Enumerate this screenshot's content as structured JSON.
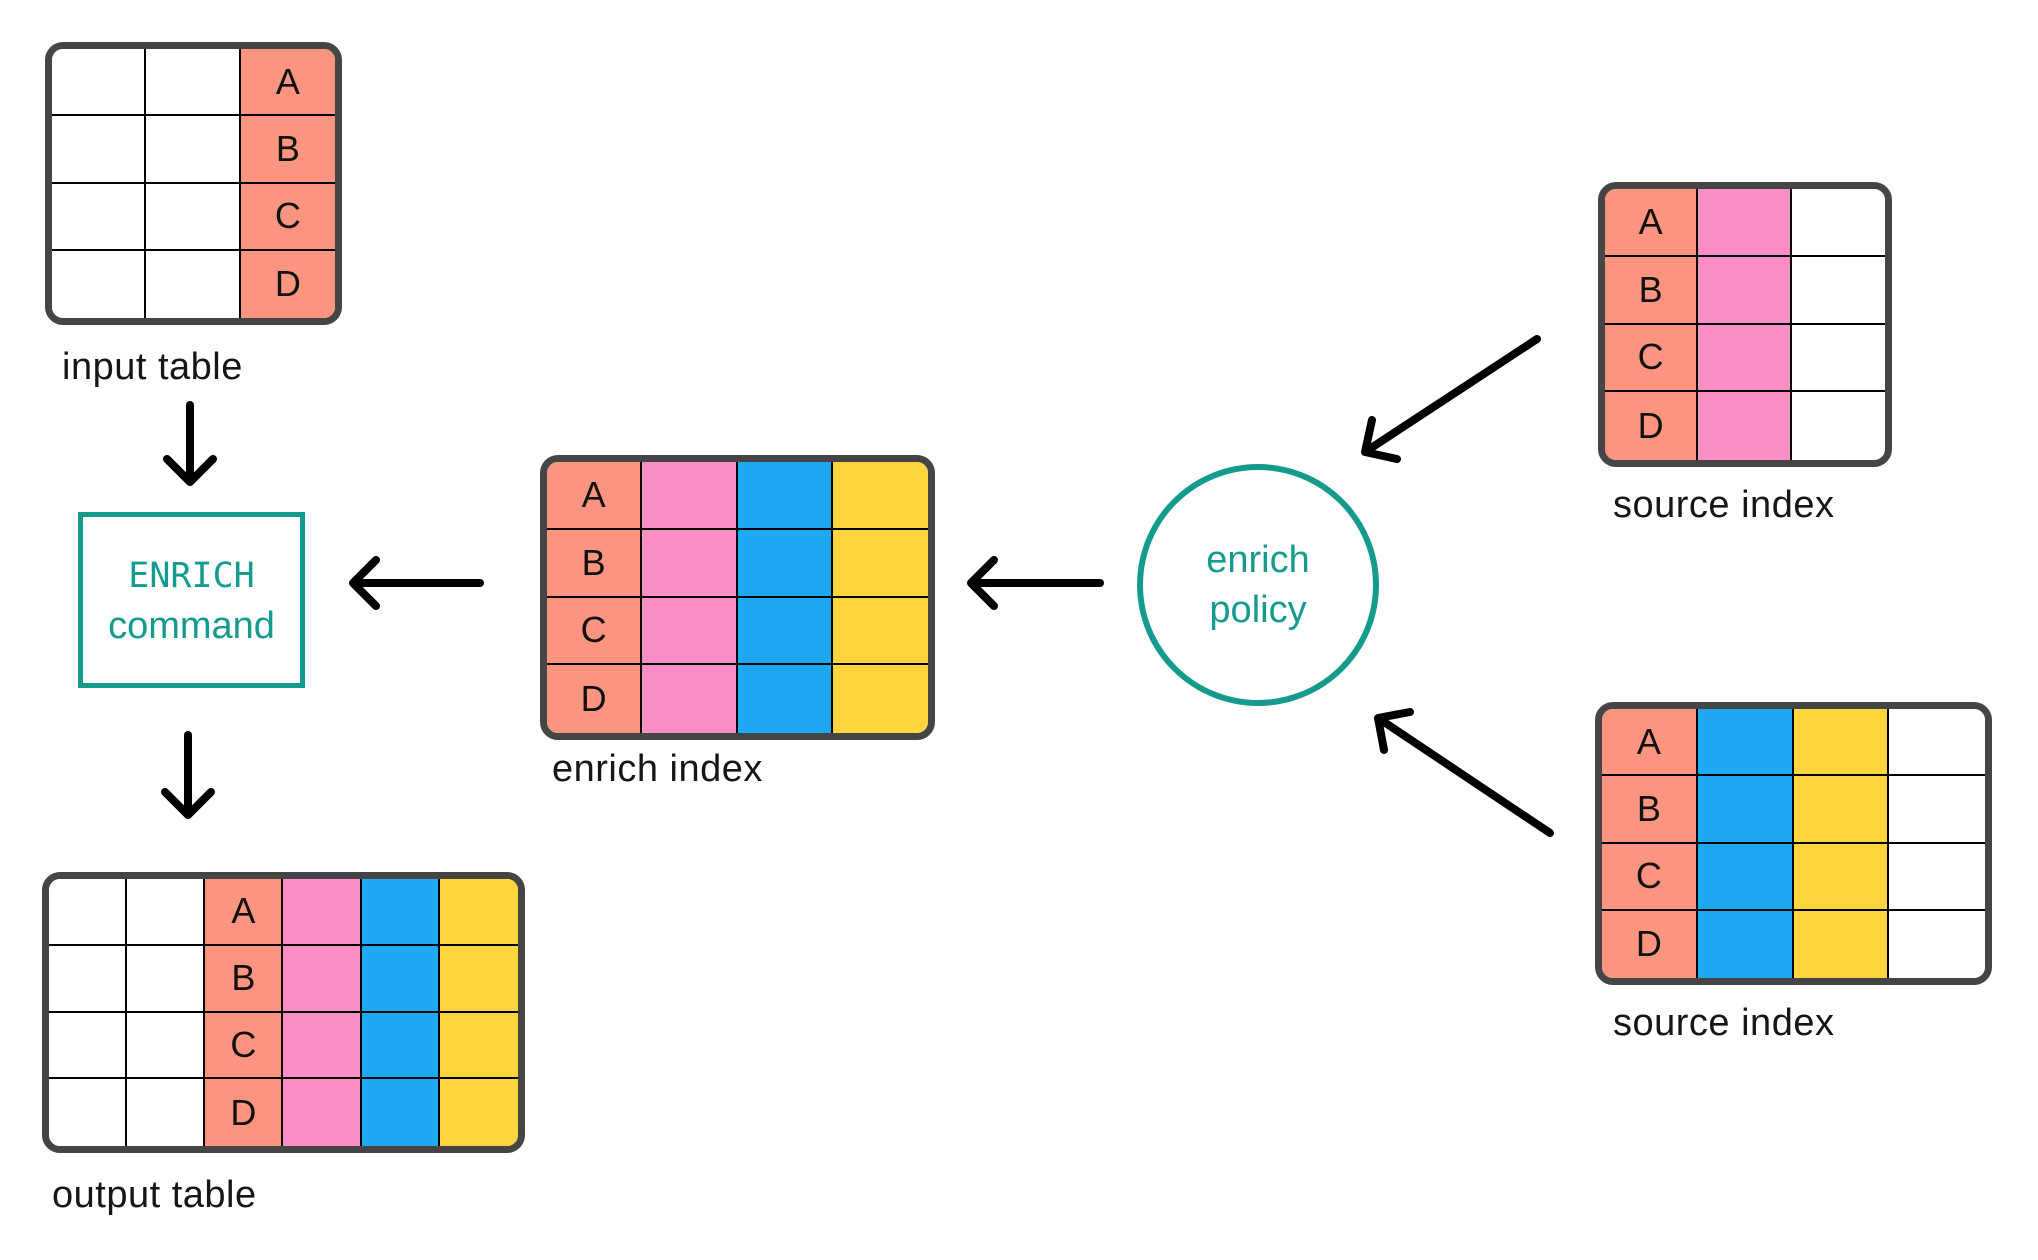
{
  "rows": 4,
  "colors": {
    "key": "#FB9580",
    "pink": "#F98FC6",
    "blue": "#1EA7F2",
    "yellow": "#FED53C",
    "teal": "#149B8D",
    "table_border": "#454545",
    "grid_line": "#000000",
    "arrow": "#000000",
    "blank": "#FFFFFF"
  },
  "nodes": {
    "input_table": {
      "label": "input table",
      "letters": [
        "A",
        "B",
        "C",
        "D"
      ],
      "columns": [
        "blank",
        "blank",
        "key"
      ]
    },
    "enrich_index": {
      "label": "enrich index",
      "letters": [
        "A",
        "B",
        "C",
        "D"
      ],
      "columns": [
        "key",
        "pink",
        "blue",
        "yellow"
      ]
    },
    "source_index_top": {
      "label": "source index",
      "letters": [
        "A",
        "B",
        "C",
        "D"
      ],
      "columns": [
        "key",
        "pink",
        "blank"
      ]
    },
    "source_index_bottom": {
      "label": "source index",
      "letters": [
        "A",
        "B",
        "C",
        "D"
      ],
      "columns": [
        "key",
        "blue",
        "yellow",
        "blank"
      ]
    },
    "output_table": {
      "label": "output table",
      "letters": [
        "A",
        "B",
        "C",
        "D"
      ],
      "columns": [
        "blank",
        "blank",
        "key",
        "pink",
        "blue",
        "yellow"
      ]
    },
    "enrich_command": {
      "line1": "ENRICH",
      "line2": "command"
    },
    "enrich_policy": {
      "line1": "enrich",
      "line2": "policy"
    }
  }
}
